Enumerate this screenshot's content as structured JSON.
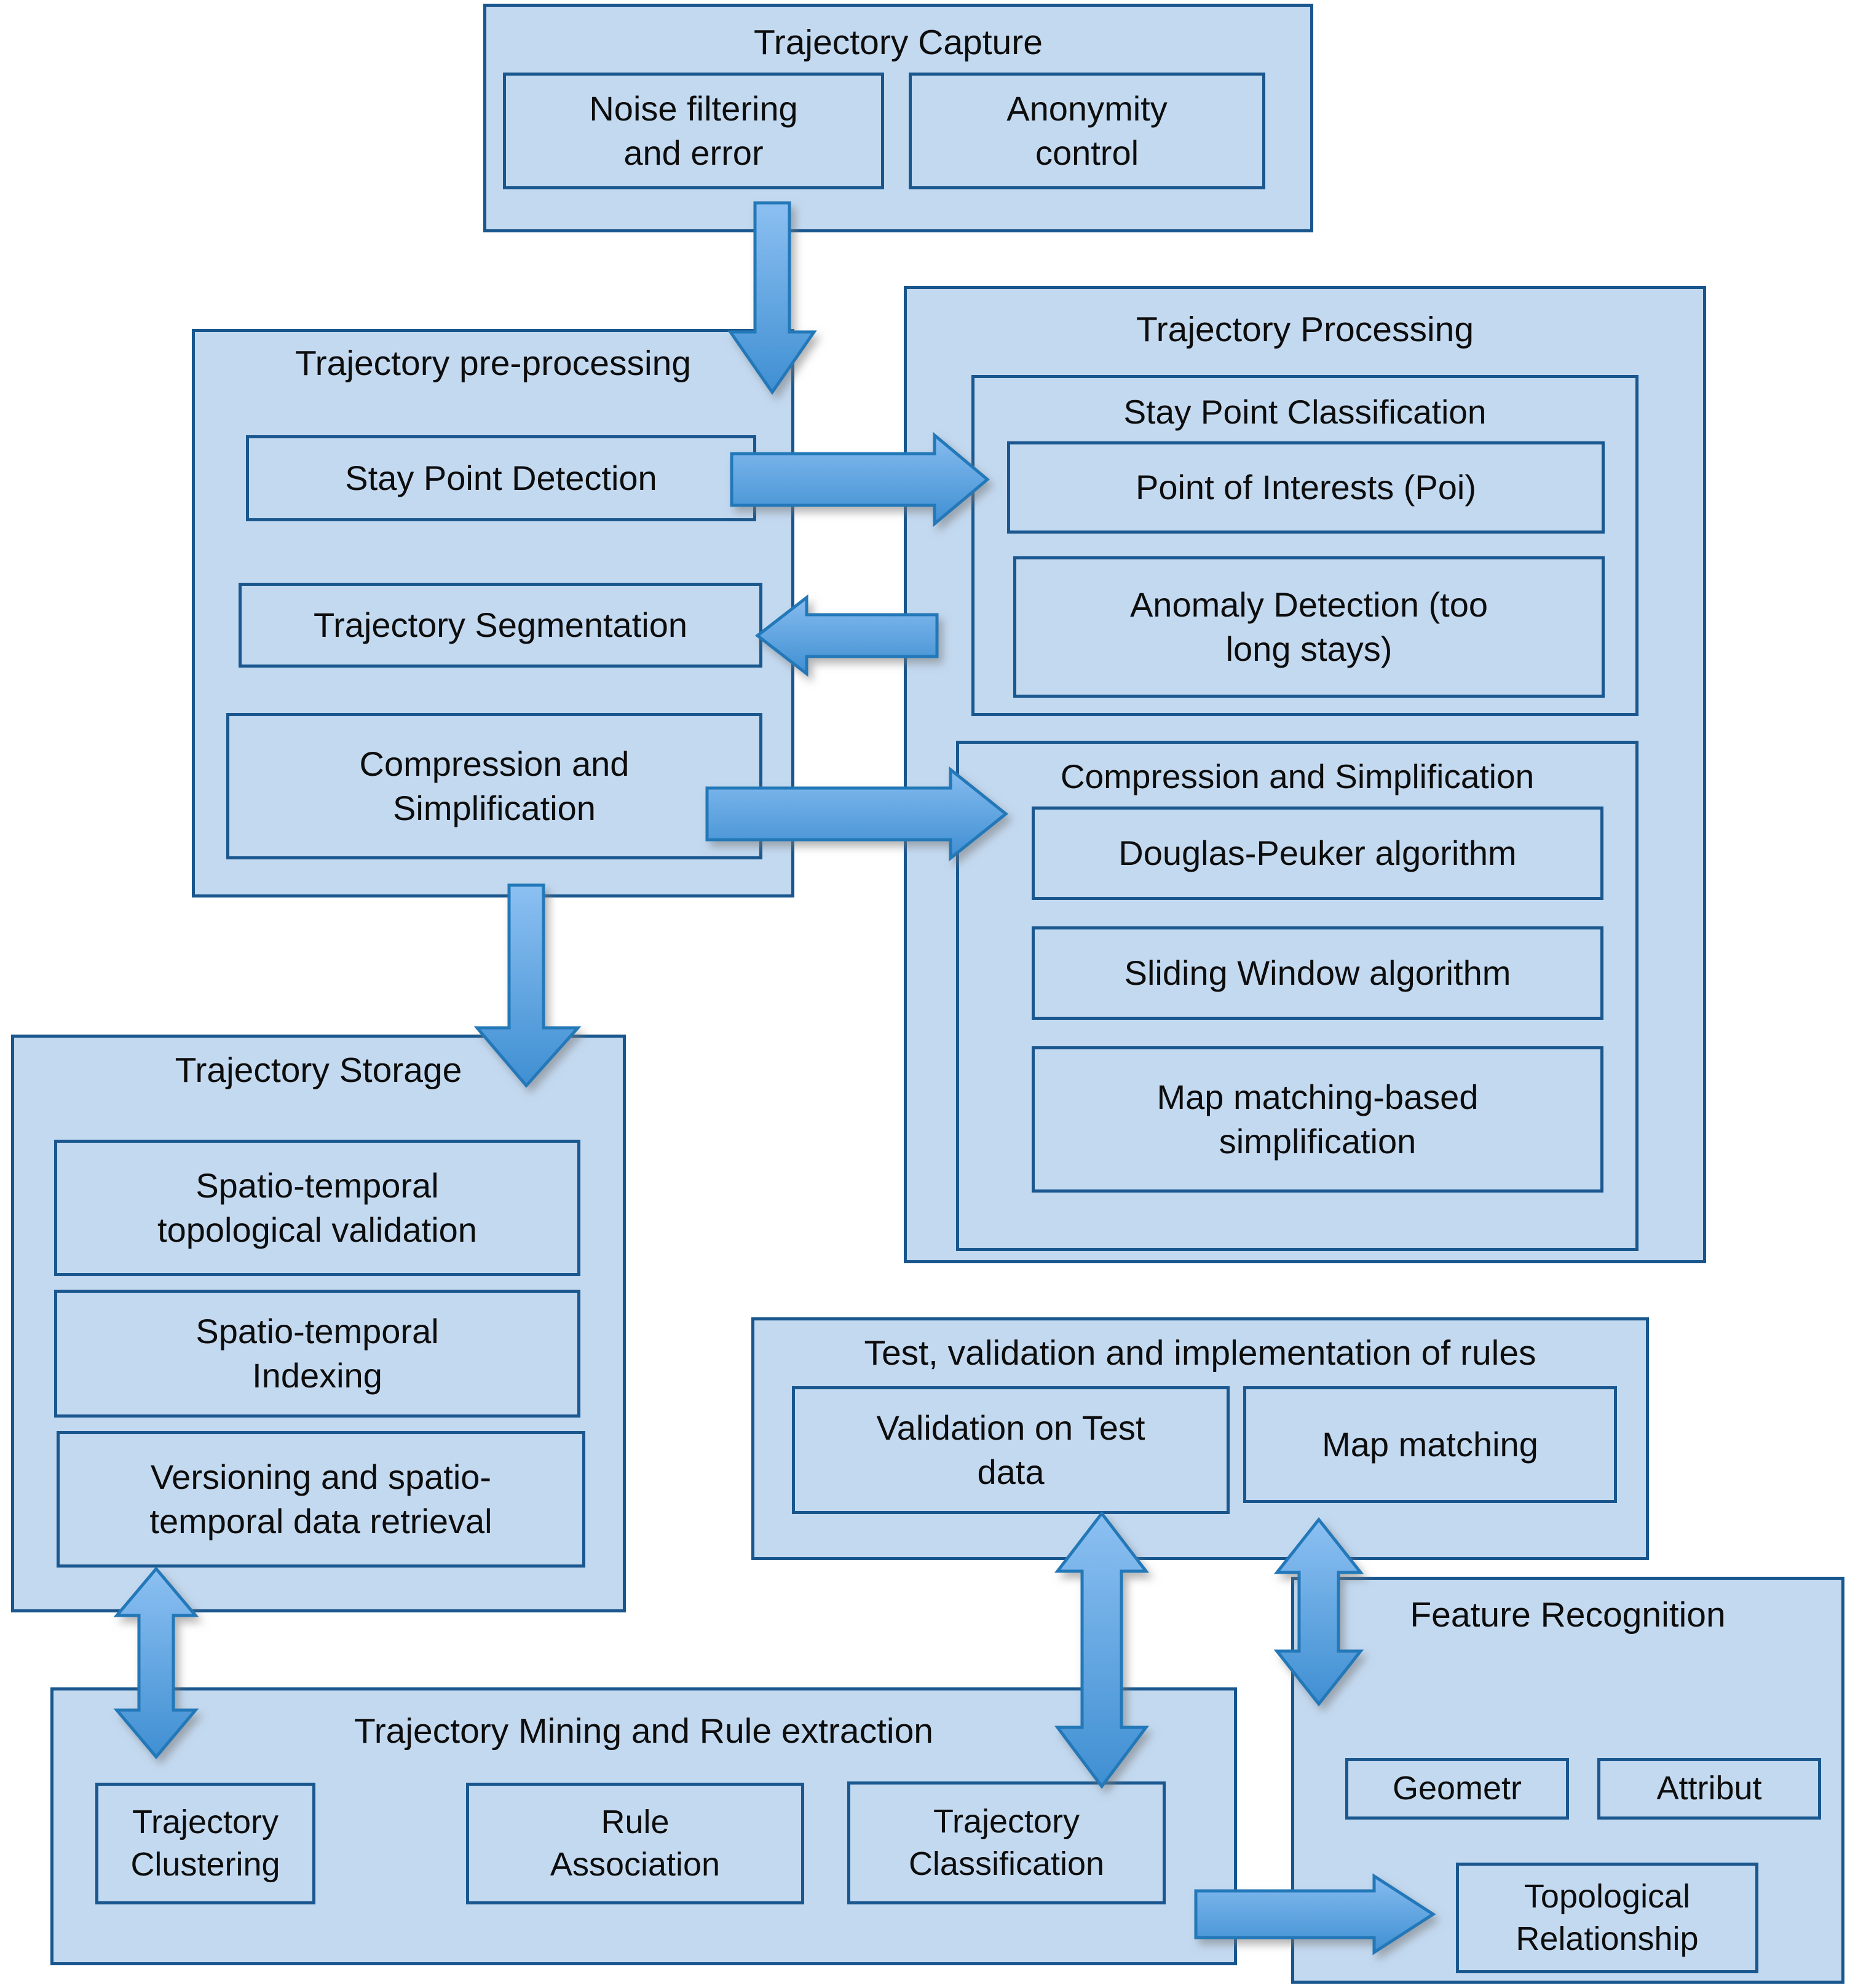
{
  "diagram": {
    "title_domain": "Trajectory data processing framework flowchart",
    "colors": {
      "panel_fill": "#c3d9f0",
      "panel_border": "#18568d",
      "arrow_fill_light": "#7cb4ec",
      "arrow_fill_dark": "#3f8fd2",
      "arrow_border": "#2178b8",
      "text": "#0d0d0d",
      "background": "#ffffff"
    }
  },
  "trajectory_capture": {
    "title": "Trajectory Capture",
    "boxes": [
      {
        "label": "Noise filtering\nand error"
      },
      {
        "label": "Anonymity\ncontrol"
      }
    ]
  },
  "trajectory_preprocessing": {
    "title": "Trajectory pre-processing",
    "boxes": [
      {
        "label": "Stay Point Detection"
      },
      {
        "label": "Trajectory Segmentation"
      },
      {
        "label": "Compression and\nSimplification"
      }
    ]
  },
  "trajectory_processing": {
    "title": "Trajectory Processing",
    "groups": [
      {
        "title": "Stay Point Classification",
        "boxes": [
          {
            "label": "Point of Interests (Poi)"
          },
          {
            "label": "Anomaly Detection (too\nlong stays)"
          }
        ]
      },
      {
        "title": "Compression and Simplification",
        "boxes": [
          {
            "label": "Douglas-Peuker algorithm"
          },
          {
            "label": "Sliding Window algorithm"
          },
          {
            "label": "Map matching-based\nsimplification"
          }
        ]
      }
    ]
  },
  "trajectory_storage": {
    "title": "Trajectory Storage",
    "boxes": [
      {
        "label": "Spatio-temporal\ntopological validation"
      },
      {
        "label": "Spatio-temporal\nIndexing"
      },
      {
        "label": "Versioning and spatio-\ntemporal data retrieval"
      }
    ]
  },
  "test_validation": {
    "title": "Test, validation and implementation of rules",
    "boxes": [
      {
        "label": "Validation on Test\ndata"
      },
      {
        "label": "Map matching"
      }
    ]
  },
  "trajectory_mining": {
    "title": "Trajectory Mining and Rule extraction",
    "boxes": [
      {
        "label": "Trajectory\nClustering"
      },
      {
        "label": "Rule\nAssociation"
      },
      {
        "label": "Trajectory\nClassification"
      }
    ]
  },
  "feature_recognition": {
    "title": "Feature Recognition",
    "boxes": [
      {
        "label": "Geometr"
      },
      {
        "label": "Attribut"
      },
      {
        "label": "Topological\nRelationship"
      }
    ]
  },
  "arrows": [
    {
      "name": "capture-to-preprocessing",
      "direction": "down"
    },
    {
      "name": "stay-point-detection-to-stay-point-classification",
      "direction": "right"
    },
    {
      "name": "stay-point-classification-to-trajectory-segmentation",
      "direction": "left"
    },
    {
      "name": "compression-to-compression-simplification",
      "direction": "right"
    },
    {
      "name": "preprocessing-to-storage",
      "direction": "down"
    },
    {
      "name": "storage-to-mining",
      "direction": "up-down"
    },
    {
      "name": "mining-to-test-validation",
      "direction": "up-down"
    },
    {
      "name": "test-validation-to-feature-recognition",
      "direction": "up-down"
    },
    {
      "name": "trajectory-classification-to-topological-relationship",
      "direction": "right"
    }
  ]
}
